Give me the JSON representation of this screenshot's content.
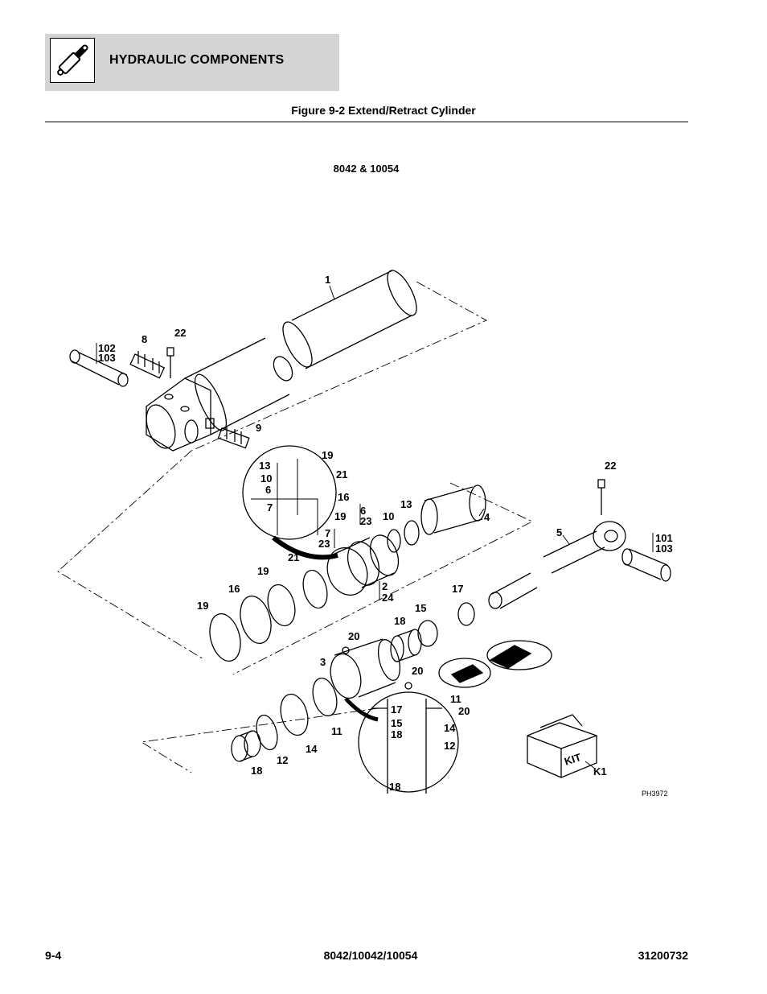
{
  "header": {
    "section_title": "HYDRAULIC COMPONENTS",
    "icon": "hydraulic-cylinder-icon"
  },
  "figure": {
    "title": "Figure 9-2 Extend/Retract Cylinder",
    "subtitle": "8042 & 10054",
    "code": "PH3972",
    "kit_label": "KIT",
    "callouts": {
      "c1": "1",
      "c102": "102",
      "c103a": "103",
      "c8": "8",
      "c22a": "22",
      "c9": "9",
      "c19a": "19",
      "c13a": "13",
      "c10a": "10",
      "c21a": "21",
      "c6a": "6",
      "c16a": "16",
      "c7a": "7",
      "c19b": "19",
      "c6b": "6",
      "c23a": "23",
      "c10b": "10",
      "c13b": "13",
      "c4": "4",
      "c7b": "7",
      "c23b": "23",
      "c21b": "21",
      "c19c": "19",
      "c16b": "16",
      "c19d": "19",
      "c2": "2",
      "c24": "24",
      "c22b": "22",
      "c5": "5",
      "c101": "101",
      "c103b": "103",
      "c17a": "17",
      "c15a": "15",
      "c18a": "18",
      "c20a": "20",
      "c3": "3",
      "c20b": "20",
      "c11a": "11",
      "c20c": "20",
      "c17b": "17",
      "c15b": "15",
      "c18b": "18",
      "c14a": "14",
      "c12a": "12",
      "c11b": "11",
      "c14b": "14",
      "c12b": "12",
      "c18c": "18",
      "c18d": "18",
      "cK1": "K1"
    }
  },
  "footer": {
    "page_number": "9-4",
    "models": "8042/10042/10054",
    "doc_number": "31200732"
  }
}
